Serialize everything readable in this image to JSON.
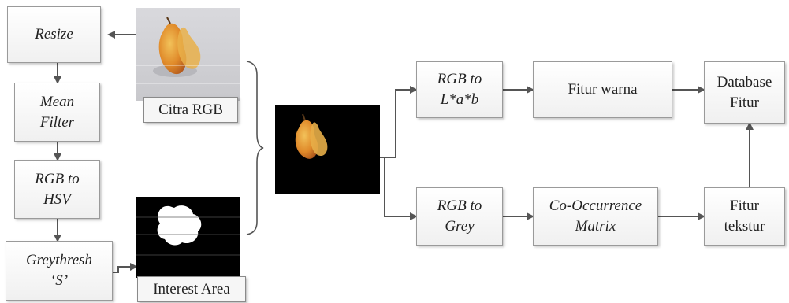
{
  "left_column": {
    "resize": "Resize",
    "mean_filter": "Mean\nFilter",
    "rgb_to_hsv": "RGB to\nHSV",
    "greythresh": "Greythresh\n‘S’"
  },
  "images": {
    "citra_rgb_label": "Citra RGB",
    "interest_area_label": "Interest Area"
  },
  "upper_branch": {
    "rgb_to_lab": "RGB to\nL*a*b",
    "fitur_warna": "Fitur warna",
    "database_fitur": "Database\nFitur"
  },
  "lower_branch": {
    "rgb_to_grey": "RGB to\nGrey",
    "co_occurrence": "Co-Occurrence\nMatrix",
    "fitur_tekstur": "Fitur\ntekstur"
  },
  "colors": {
    "box_border": "#9a9a9a",
    "arrow": "#555555",
    "pear": "#e0902c",
    "mask": "#ffffff"
  }
}
